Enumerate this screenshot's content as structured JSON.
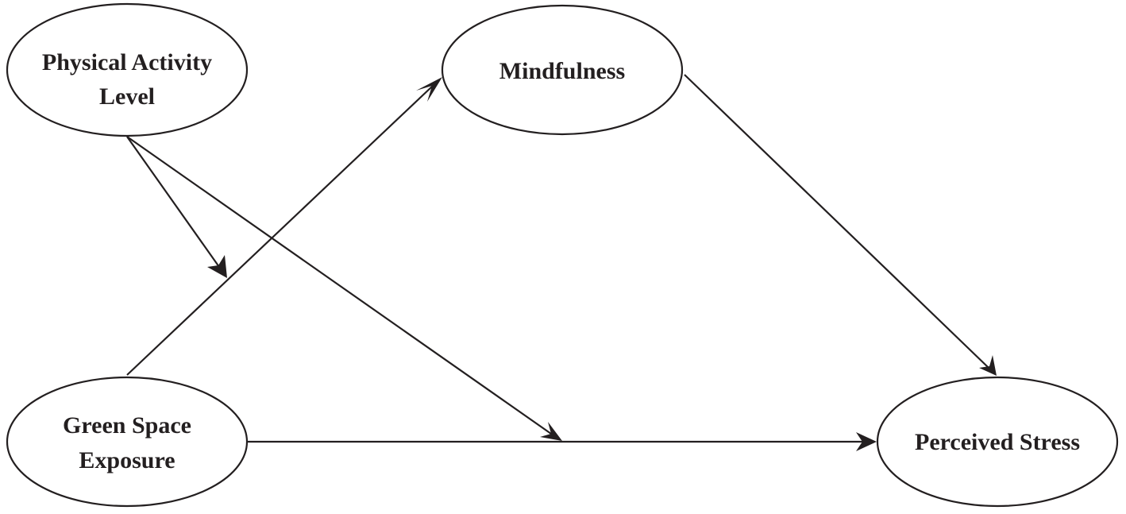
{
  "diagram": {
    "nodes": {
      "physical_activity": {
        "line1": "Physical Activity",
        "line2": "Level"
      },
      "mindfulness": {
        "label": "Mindfulness"
      },
      "green_space": {
        "line1": "Green Space",
        "line2": "Exposure"
      },
      "perceived_stress": {
        "label": "Perceived Stress"
      }
    },
    "edges": [
      {
        "from": "green_space",
        "to": "mindfulness",
        "kind": "path"
      },
      {
        "from": "mindfulness",
        "to": "perceived_stress",
        "kind": "path"
      },
      {
        "from": "green_space",
        "to": "perceived_stress",
        "kind": "path"
      },
      {
        "from": "physical_activity",
        "to": "green_space->mindfulness",
        "kind": "moderation"
      },
      {
        "from": "physical_activity",
        "to": "green_space->perceived_stress",
        "kind": "moderation"
      }
    ],
    "colors": {
      "stroke": "#231f20",
      "background": "#ffffff"
    }
  }
}
